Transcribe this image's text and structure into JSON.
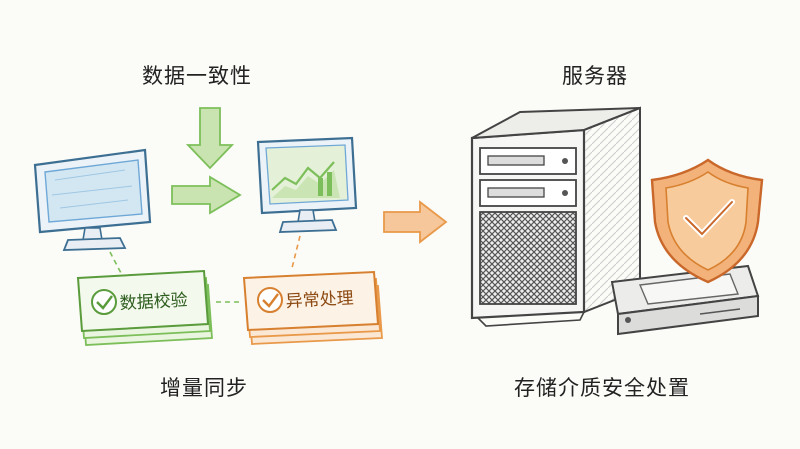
{
  "labels": {
    "data_consistency": "数据一致性",
    "server": "服务器",
    "incremental_sync": "增量同步",
    "secure_disposal": "存储介质安全处置"
  },
  "cards": {
    "validation": "数据校验",
    "exception": "异常处理"
  },
  "colors": {
    "green": "#7cbf5a",
    "orange": "#e9994a",
    "blue": "#6fa8d6",
    "gray": "#8a8a8a"
  }
}
